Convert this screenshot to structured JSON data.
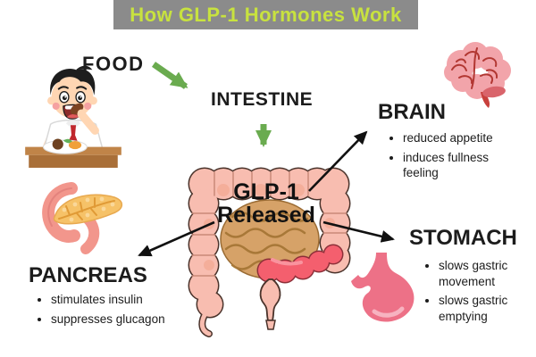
{
  "title": "How GLP-1 Hormones Work",
  "colors": {
    "banner_bg": "#8b8b8b",
    "title_text": "#c8e23f",
    "body_text": "#1c1c1c",
    "green_arrow": "#6aab4f",
    "black_arrow": "#111111",
    "brain_pink": "#f2a4aa",
    "stomach_pink": "#ed7187",
    "pancreas_yellow": "#f6c268",
    "colon_pink": "#f8bdb0",
    "small_intestine_tan": "#d6a268"
  },
  "flow": {
    "source": {
      "label": "FOOD",
      "icon": "boy-eating-icon"
    },
    "organ": {
      "label": "INTESTINE",
      "icon": "intestine-icon"
    },
    "event": {
      "line1": "GLP-1",
      "line2": "Released"
    }
  },
  "targets": [
    {
      "id": "brain",
      "label": "BRAIN",
      "icon": "brain-icon",
      "bullets": [
        "reduced appetite",
        "induces fullness feeling"
      ]
    },
    {
      "id": "stomach",
      "label": "STOMACH",
      "icon": "stomach-icon",
      "bullets": [
        "slows gastric movement",
        "slows gastric emptying"
      ]
    },
    {
      "id": "pancreas",
      "label": "PANCREAS",
      "icon": "pancreas-icon",
      "bullets": [
        "stimulates insulin",
        "suppresses glucagon"
      ]
    }
  ]
}
